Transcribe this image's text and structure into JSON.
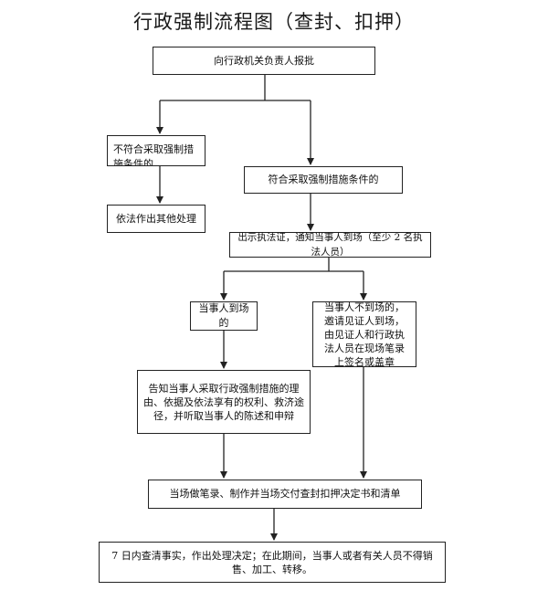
{
  "title": "行政强制流程图（查封、扣押）",
  "nodes": {
    "report": "向行政机关负责人报批",
    "not_meet": "不符合采取强制措施条件的",
    "meet": "符合采取强制措施条件的",
    "other": "依法作出其他处理",
    "show_cert": "出示执法证，通知当事人到场（至少 2 名执法人员）",
    "present": "当事人到场的",
    "absent": "当事人不到场的，邀请见证人到场，由见证人和行政执法人员在现场笔录上签名或盖章",
    "inform": "告知当事人采取行政强制措施的理由、依据及依法享有的权利、救济途径，并听取当事人的陈述和申辩",
    "record": "当场做笔录、制作并当场交付查封扣押决定书和清单",
    "final": "7 日内查清事实，作出处理决定；在此期间，当事人或者有关人员不得销售、加工、转移。"
  }
}
